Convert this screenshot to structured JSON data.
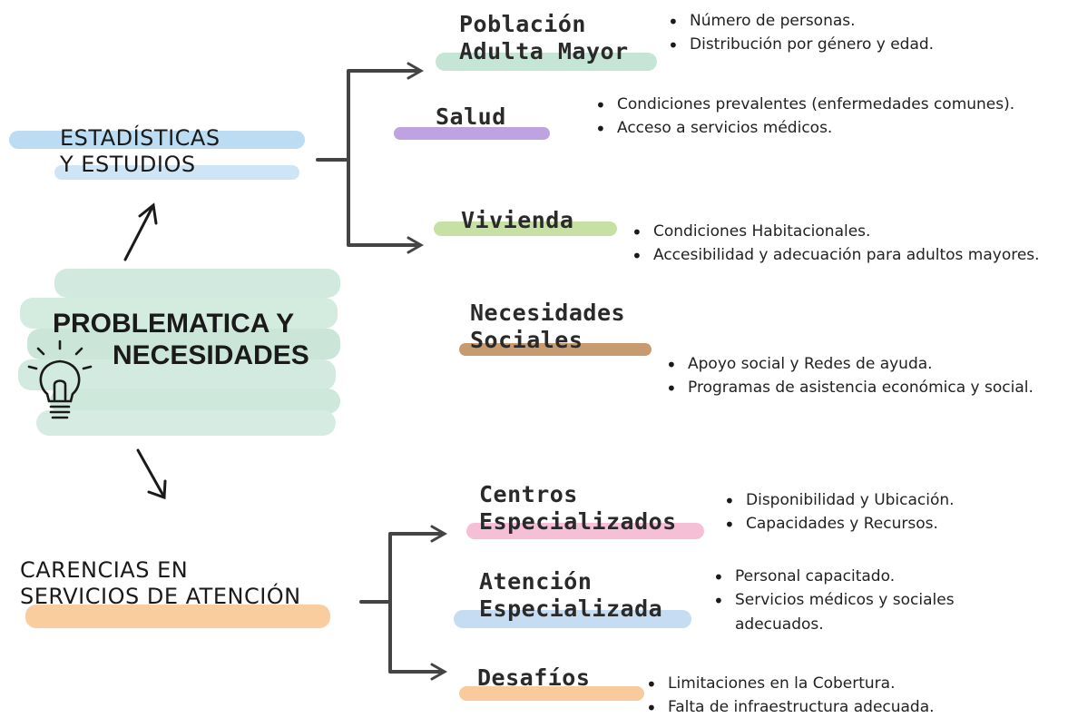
{
  "center": {
    "line1": "PROBLEMATICA Y",
    "line2": "NECESIDADES",
    "icon": "lightbulb-icon"
  },
  "categories": [
    {
      "line1": "ESTADÍSTICAS",
      "line2": "Y ESTUDIOS",
      "color": "#bcdcf3"
    },
    {
      "line1": "CARENCIAS EN",
      "line2": "SERVICIOS DE ATENCIÓN",
      "color": "#f8c48c"
    }
  ],
  "topics": [
    {
      "lines": [
        "Población",
        "Adulta Mayor"
      ],
      "color": "#c5e6d6",
      "bullets": [
        "Número de personas.",
        "Distribución por género y edad."
      ]
    },
    {
      "lines": [
        "Salud"
      ],
      "color": "#bfa3e0",
      "bullets": [
        "Condiciones prevalentes (enfermedades comunes).",
        "Acceso a servicios médicos."
      ]
    },
    {
      "lines": [
        "Vivienda"
      ],
      "color": "#c7e0a4",
      "bullets": [
        "Condiciones Habitacionales.",
        "Accesibilidad y adecuación para adultos mayores."
      ]
    },
    {
      "lines": [
        "Necesidades",
        "Sociales"
      ],
      "color": "#c79a70",
      "bullets": [
        "Apoyo social y Redes de ayuda.",
        "Programas de asistencia económica y social."
      ]
    },
    {
      "lines": [
        "Centros",
        "Especializados"
      ],
      "color": "#f5bfd6",
      "bullets": [
        "Disponibilidad y Ubicación.",
        "Capacidades y Recursos."
      ]
    },
    {
      "lines": [
        "Atención",
        "Especializada"
      ],
      "color": "#c5dcf2",
      "bullets": [
        "Personal capacitado.",
        "Servicios médicos y sociales adecuados."
      ]
    },
    {
      "lines": [
        "Desafíos"
      ],
      "color": "#f9cb9c",
      "bullets": [
        "Limitaciones en la Cobertura.",
        "Falta de infraestructura adecuada."
      ]
    }
  ],
  "colors": {
    "center_highlight": "#cfe8dc",
    "lines": "#3a3a3a"
  }
}
